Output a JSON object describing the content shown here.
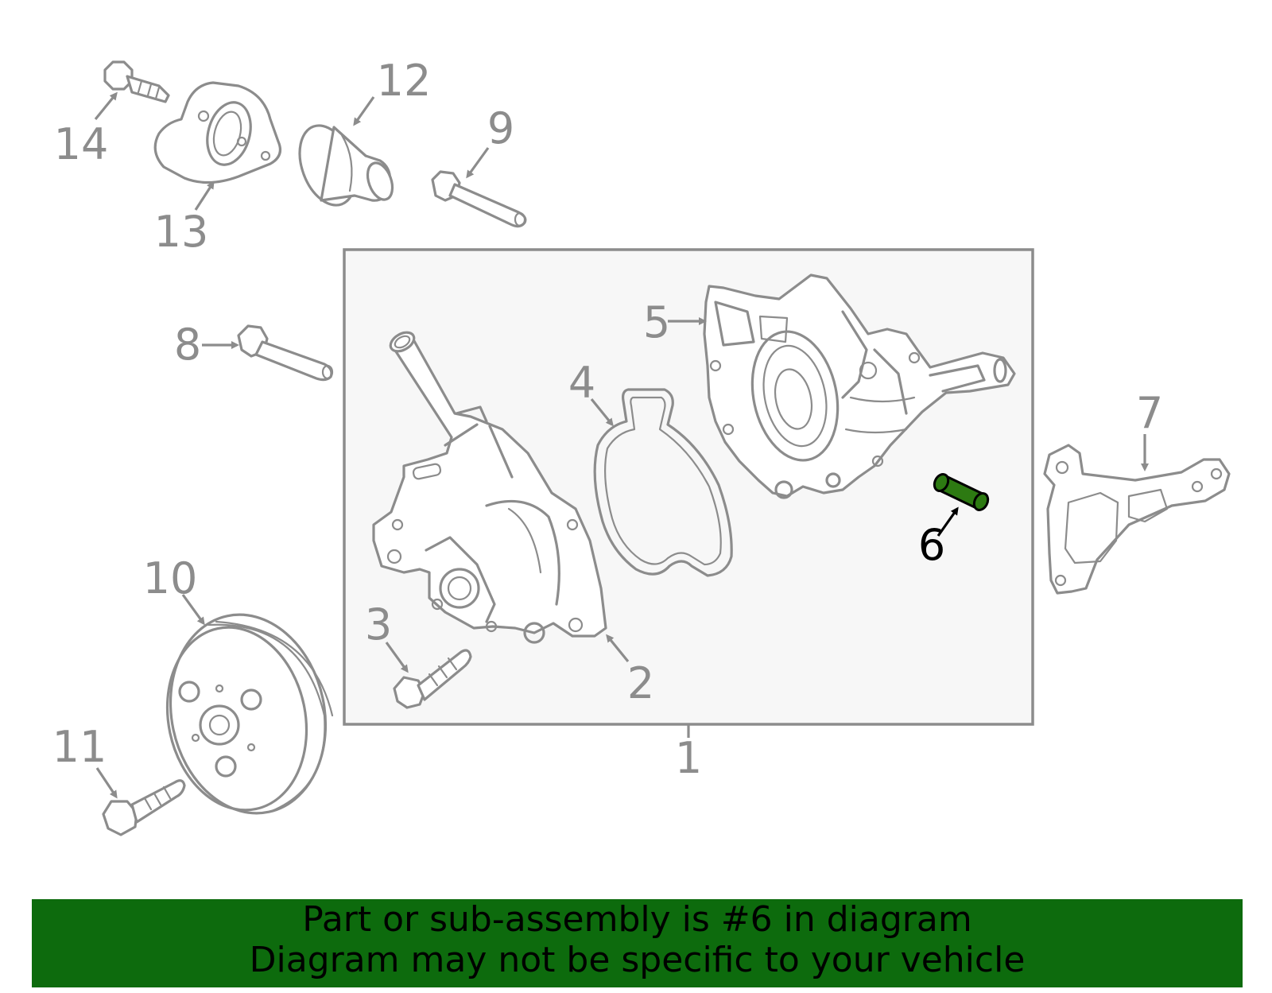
{
  "diagram": {
    "callouts": {
      "c1": "1",
      "c2": "2",
      "c3": "3",
      "c4": "4",
      "c5": "5",
      "c6": "6",
      "c7": "7",
      "c8": "8",
      "c9": "9",
      "c10": "10",
      "c11": "11",
      "c12": "12",
      "c13": "13",
      "c14": "14"
    },
    "highlighted_part": "6",
    "highlight_color": "#2d7a12",
    "assembly_box_color": "#f7f7f7",
    "line_color": "#8c8c8c"
  },
  "footer": {
    "line1": "Part or sub-assembly is #6 in diagram",
    "line2": "Diagram may not be specific to your vehicle",
    "background": "#0d6b0d"
  }
}
